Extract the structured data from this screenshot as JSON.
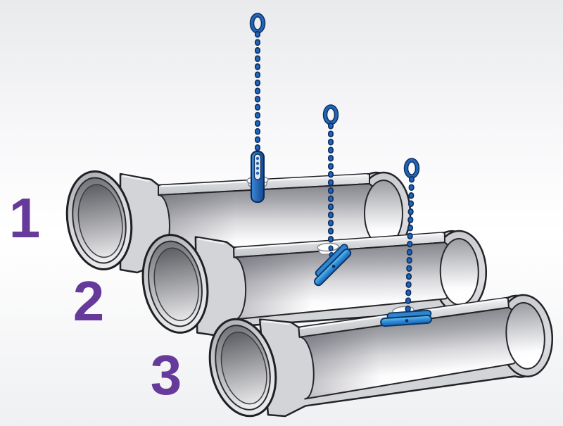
{
  "diagram": {
    "kind": "pipe-lifting-instruction-illustration",
    "steps": [
      {
        "label": "1"
      },
      {
        "label": "2"
      },
      {
        "label": "3"
      }
    ],
    "colors": {
      "step_label_purple": "#663a9b",
      "chain_blue": "#2365b6",
      "chain_outline_navy": "#0e3066",
      "toggle_light_blue": "#5fc2f2",
      "toggle_dark_blue": "#1d6fc0",
      "pipe_gray": "#d2d4d7",
      "pipe_outline": "#232327",
      "background_edge": "#e9eaec",
      "background_center": "#ffffff"
    }
  }
}
